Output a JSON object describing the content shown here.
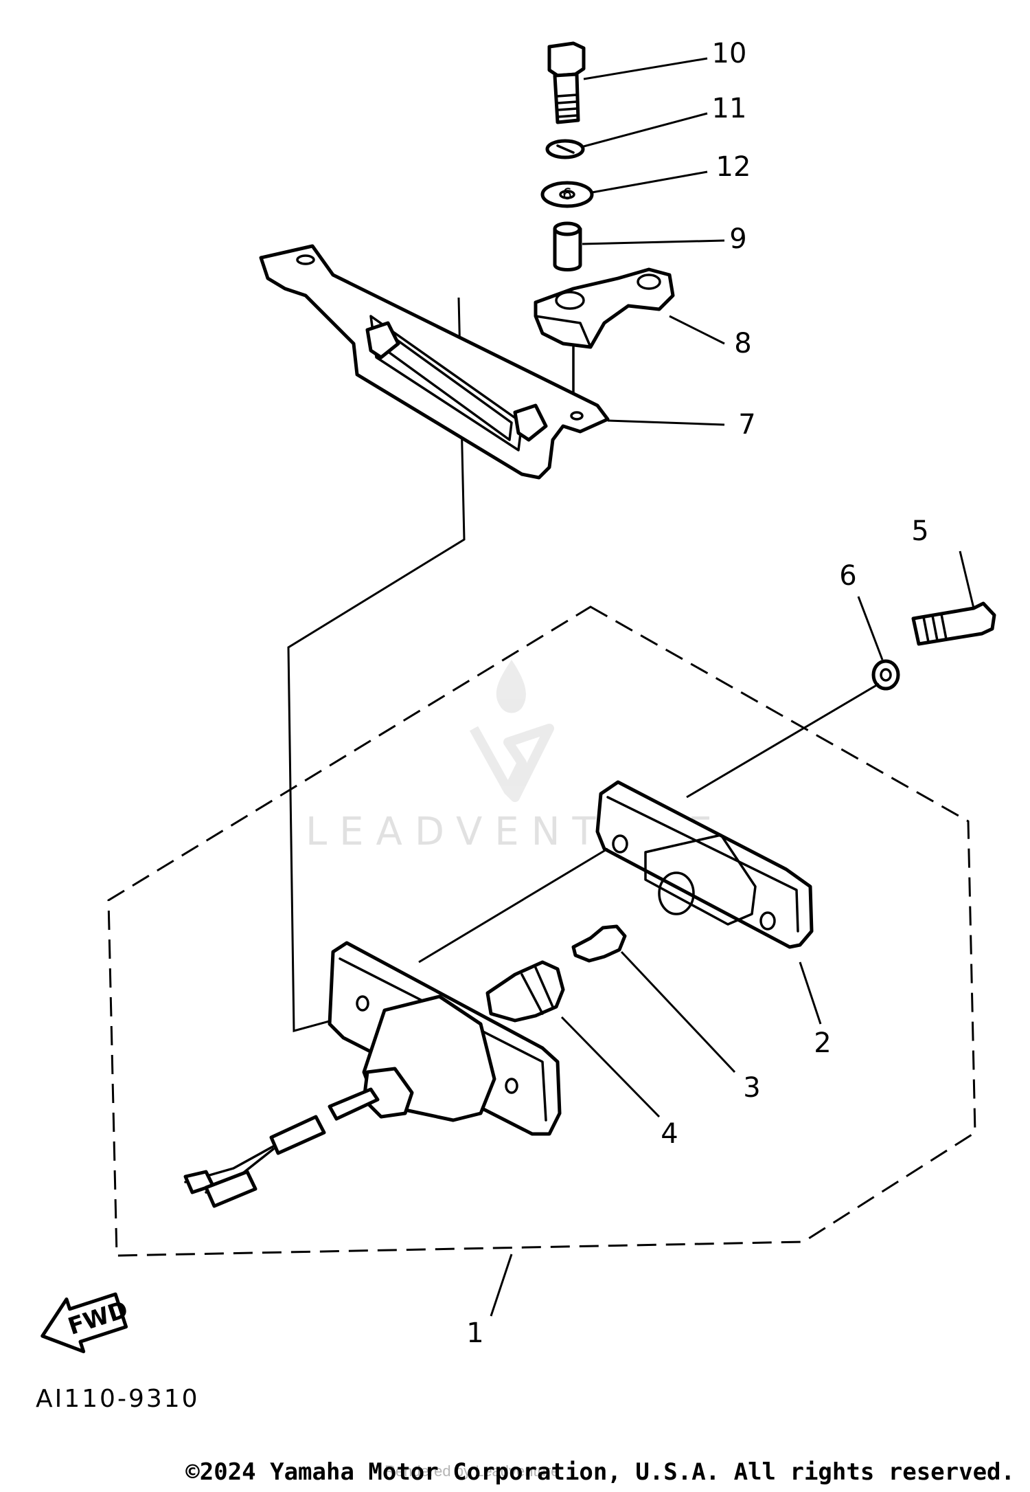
{
  "callouts": [
    {
      "id": "1",
      "label": "1"
    },
    {
      "id": "2",
      "label": "2"
    },
    {
      "id": "3",
      "label": "3"
    },
    {
      "id": "4",
      "label": "4"
    },
    {
      "id": "5",
      "label": "5"
    },
    {
      "id": "6",
      "label": "6"
    },
    {
      "id": "7",
      "label": "7"
    },
    {
      "id": "8",
      "label": "8"
    },
    {
      "id": "9",
      "label": "9"
    },
    {
      "id": "10",
      "label": "10"
    },
    {
      "id": "11",
      "label": "11"
    },
    {
      "id": "12",
      "label": "12"
    }
  ],
  "direction_label": "FWD",
  "washer_mark": "6",
  "diagram_code": "AI110-9310",
  "copyright": "©2024 Yamaha Motor Corporation, U.S.A. All rights reserved.",
  "watermark": {
    "brand": "LEADVENTURE",
    "logo_icon": "flame-v-logo-icon",
    "note": "Rendered by Leadventure"
  },
  "colors": {
    "ink": "#000000",
    "background": "#ffffff",
    "watermark": "#c8c8c8"
  }
}
